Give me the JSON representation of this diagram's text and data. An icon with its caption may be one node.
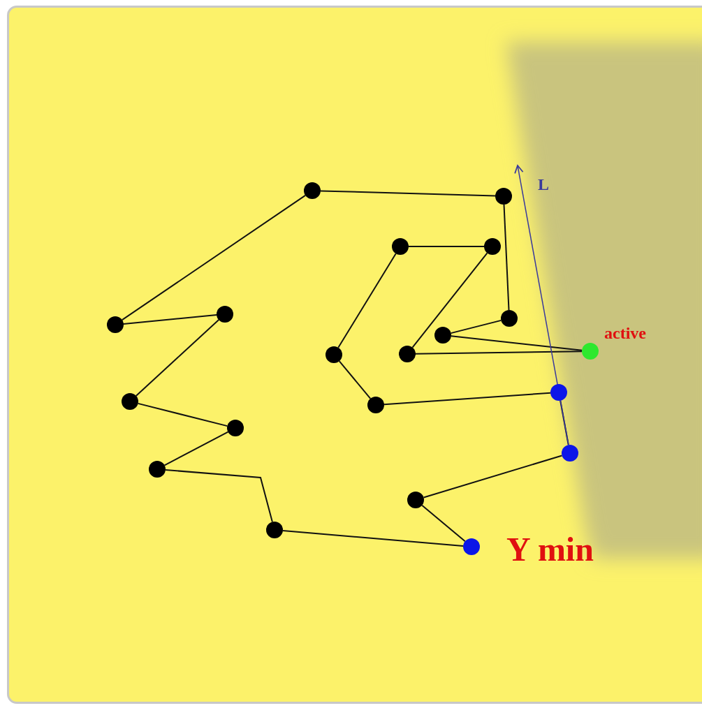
{
  "diagram": {
    "nodes": [
      {
        "text": [],
        "shape": "circle"
      },
      {
        "text": [],
        "shape": "circle"
      },
      {
        "text": [],
        "shape": "circle"
      },
      {
        "text": [],
        "shape": "circle"
      },
      {
        "text": [],
        "shape": "circle"
      },
      {
        "text": [],
        "shape": "circle"
      },
      {
        "text": [],
        "shape": "circle"
      },
      {
        "text": [],
        "shape": "circle"
      },
      {
        "text": [],
        "shape": "circle",
        "beside": [
          "active"
        ]
      },
      {
        "text": [],
        "shape": "circle"
      },
      {
        "text": [],
        "shape": "circle"
      },
      {
        "text": [],
        "shape": "circle"
      },
      {
        "text": [],
        "shape": "circle"
      },
      {
        "text": [],
        "shape": "circle"
      },
      {
        "text": [],
        "shape": "circle"
      },
      {
        "text": [],
        "shape": "circle"
      },
      {
        "text": [],
        "shape": "circle"
      },
      {
        "text": [],
        "shape": "circle"
      },
      {
        "text": [],
        "shape": "circle"
      },
      {
        "text": [],
        "shape": "circle",
        "beside": [
          "Y min"
        ]
      }
    ],
    "edges": [
      {
        "from": 19,
        "to": 17,
        "arrow": "none"
      },
      {
        "from": 17,
        "to": 15,
        "arrow": "none"
      },
      {
        "from": 15,
        "to": 11,
        "arrow": "none"
      },
      {
        "from": 11,
        "to": 13,
        "arrow": "none"
      },
      {
        "from": 13,
        "to": 10,
        "arrow": "none"
      },
      {
        "from": 10,
        "to": 2,
        "arrow": "none"
      },
      {
        "from": 2,
        "to": 3,
        "arrow": "none"
      },
      {
        "from": 3,
        "to": 9,
        "arrow": "none"
      },
      {
        "from": 9,
        "to": 8,
        "arrow": "none"
      },
      {
        "from": 8,
        "to": 7,
        "arrow": "none"
      },
      {
        "from": 7,
        "to": 5,
        "arrow": "none"
      },
      {
        "from": 5,
        "to": 1,
        "arrow": "none"
      },
      {
        "from": 1,
        "to": 0,
        "arrow": "none"
      },
      {
        "from": 0,
        "to": 6,
        "arrow": "none"
      },
      {
        "from": 6,
        "to": 4,
        "arrow": "none"
      },
      {
        "from": 4,
        "to": 12,
        "arrow": "none"
      },
      {
        "from": 12,
        "to": 14,
        "arrow": "none"
      },
      {
        "from": 14,
        "to": 16,
        "arrow": "none"
      },
      {
        "from": 16,
        "to": 18,
        "arrow": "none"
      },
      {
        "from": 18,
        "to": 19,
        "arrow": "none"
      },
      {
        "from": 15,
        "to": null,
        "arrow": "to",
        "label": "L",
        "color": "#3a3a9c"
      }
    ]
  }
}
